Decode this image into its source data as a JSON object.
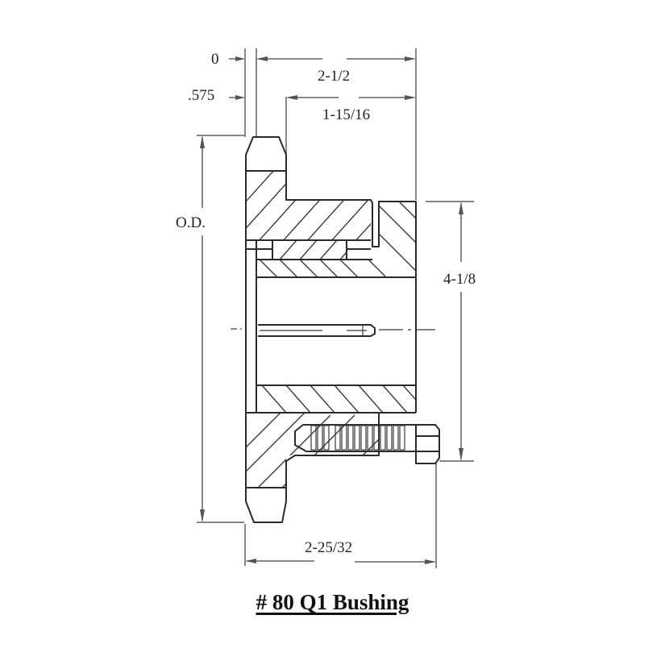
{
  "title": "# 80 Q1 Bushing",
  "dimensions": {
    "origin_label": "0",
    "offset_label": ".575",
    "overall_hub_length": "2-1/2",
    "bushing_length": "1-15/16",
    "outer_diameter": "O.D.",
    "hub_diameter": "4-1/8",
    "overall_length_with_screw": "2-25/32"
  },
  "colors": {
    "line": "#2a2a2a",
    "background": "#ffffff",
    "title": "#111111"
  }
}
